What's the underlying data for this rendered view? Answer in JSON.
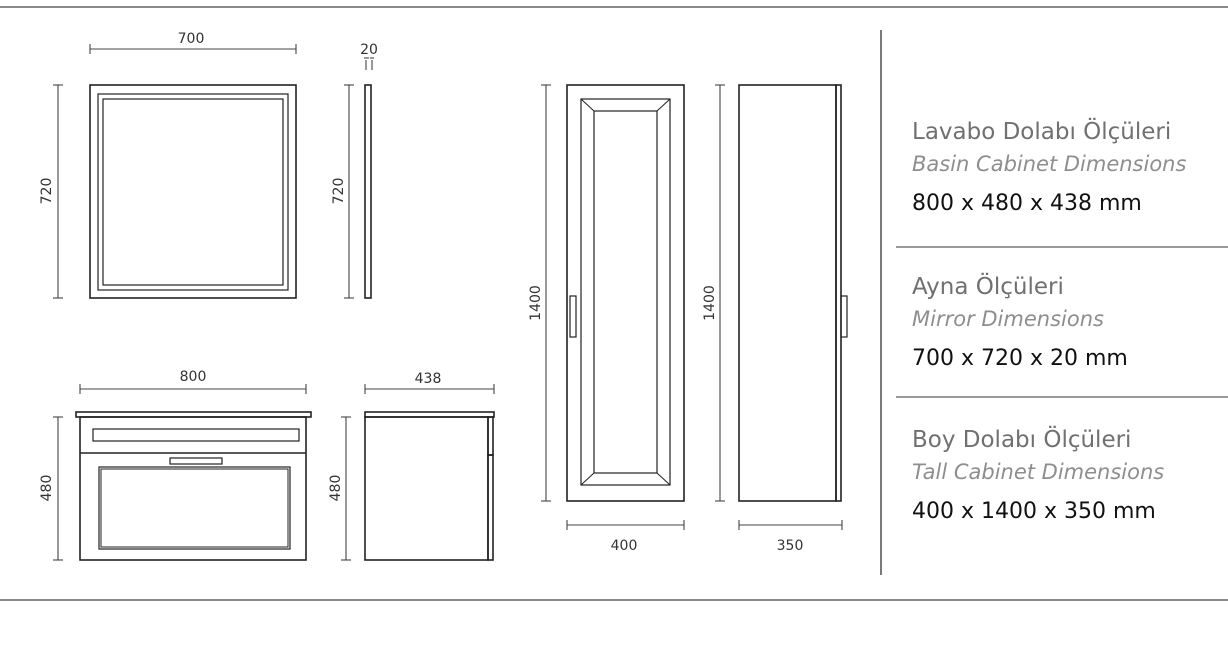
{
  "dimensions": {
    "mirror_width": "700",
    "mirror_height": "720",
    "mirror_depth": "20",
    "mirror_side_height": "720",
    "basin_width": "800",
    "basin_height": "480",
    "basin_depth": "438",
    "basin_side_height": "480",
    "tall_height": "1400",
    "tall_width": "400",
    "tall_side_height": "1400",
    "tall_depth": "350"
  },
  "specs": [
    {
      "title_tr": "Lavabo Dolabı Ölçüleri",
      "title_en": "Basin Cabinet Dimensions",
      "size": "800 x 480 x 438 mm"
    },
    {
      "title_tr": "Ayna Ölçüleri",
      "title_en": "Mirror Dimensions",
      "size": "700 x 720 x 20 mm"
    },
    {
      "title_tr": "Boy Dolabı Ölçüleri",
      "title_en": "Tall Cabinet Dimensions",
      "size": "400 x 1400 x 350 mm"
    }
  ],
  "colors": {
    "line": "#222222",
    "rule": "#8a8a8a",
    "text_dark": "#111111",
    "text_grey": "#707070"
  }
}
